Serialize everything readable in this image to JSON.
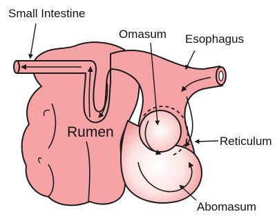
{
  "labels": {
    "small_intestine": "Small Intestine",
    "omasum": "Omasum",
    "esophagus": "Esophagus",
    "rumen": "Rumen",
    "reticulum": "Reticulum",
    "abomasum": "Abomasum"
  },
  "colors": {
    "tissue_fill": "#f6a3a6",
    "tissue_light": "#fde4e3",
    "outline": "#1a1a1a",
    "arrow": "#1a1a1a"
  }
}
